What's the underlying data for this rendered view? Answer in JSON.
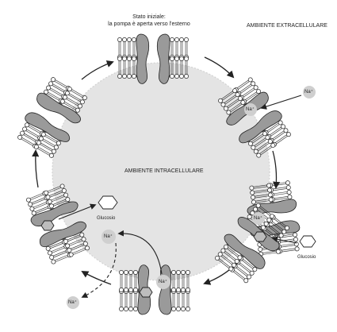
{
  "labels": {
    "initial_state_title": "Stato iniziale:",
    "initial_state_desc": "la pompa è aperta verso l'esterno",
    "extracellular": "AMBIENTE EXTRACELLULARE",
    "intracellular": "AMBIENTE INTRACELLULARE",
    "glucose_inside": "Glucosio",
    "glucose_outside": "Glucosio",
    "sodium": "Na⁺"
  },
  "colors": {
    "cytoplasm": "#e4e4e4",
    "protein": "#9a9a9a",
    "lipid_head": "#ffffff",
    "ion": "#cfcfcf",
    "line": "#222222"
  }
}
